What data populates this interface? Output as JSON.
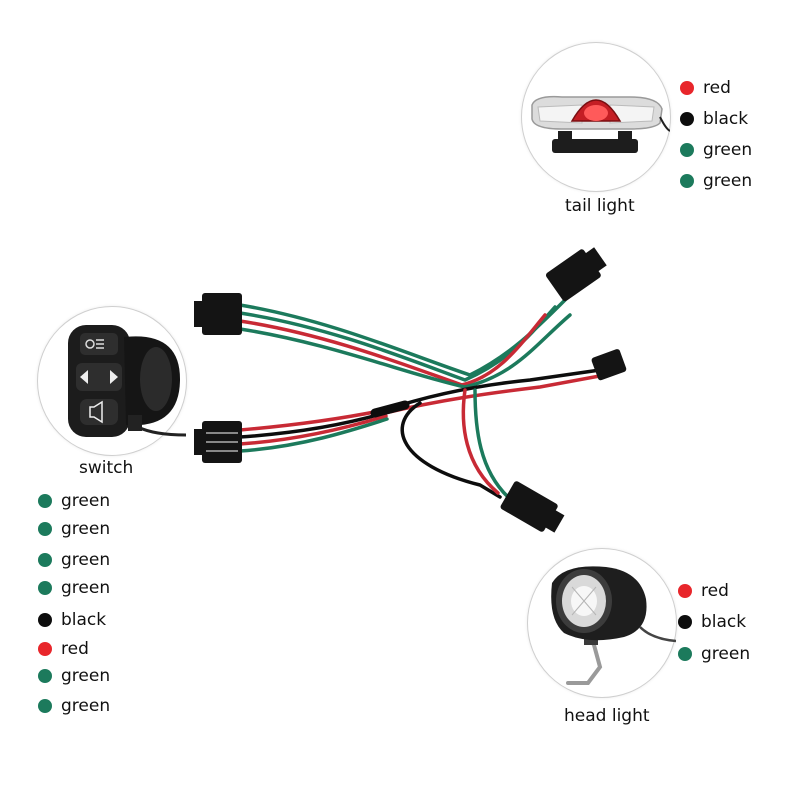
{
  "colors": {
    "red": "#e8262b",
    "black": "#0d0d0d",
    "green": "#1c7a5c"
  },
  "tail_light": {
    "label": "tail light",
    "wires": [
      {
        "color_key": "red",
        "label": "red"
      },
      {
        "color_key": "black",
        "label": "black"
      },
      {
        "color_key": "green",
        "label": "green"
      },
      {
        "color_key": "green",
        "label": "green"
      }
    ]
  },
  "switch": {
    "label": "switch",
    "wires": [
      {
        "color_key": "green",
        "label": "green"
      },
      {
        "color_key": "green",
        "label": "green"
      },
      {
        "color_key": "green",
        "label": "green"
      },
      {
        "color_key": "green",
        "label": "green"
      },
      {
        "color_key": "black",
        "label": "black"
      },
      {
        "color_key": "red",
        "label": "red"
      },
      {
        "color_key": "green",
        "label": "green"
      },
      {
        "color_key": "green",
        "label": "green"
      }
    ]
  },
  "head_light": {
    "label": "head light",
    "wires": [
      {
        "color_key": "red",
        "label": "red"
      },
      {
        "color_key": "black",
        "label": "black"
      },
      {
        "color_key": "green",
        "label": "green"
      }
    ]
  }
}
